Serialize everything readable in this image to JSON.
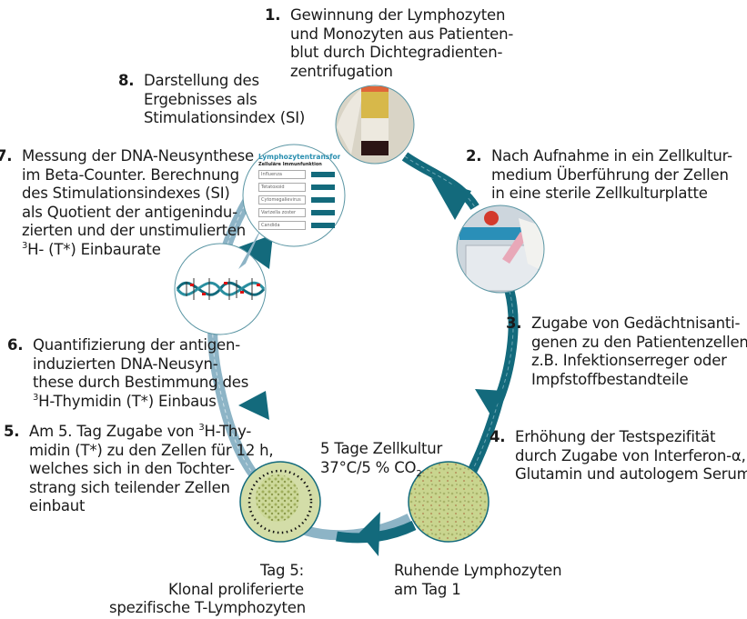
{
  "colors": {
    "cycle_dark": "#136a7c",
    "cycle_light": "#8db4c6",
    "text": "#1a1a1a"
  },
  "steps": [
    {
      "number": "1.",
      "lines": [
        "Gewinnung der Lymphozyten",
        "und Monozyten aus Patienten-",
        "blut durch Dichtegradienten-",
        "zentrifugation"
      ]
    },
    {
      "number": "2.",
      "lines": [
        "Nach Aufnahme in ein Zellkultur-",
        "medium Überführung der Zellen",
        "in eine sterile Zellkulturplatte"
      ]
    },
    {
      "number": "3.",
      "lines": [
        "Zugabe von Gedächtnisanti-",
        "genen zu den Patientenzellen,",
        "z.B. Infektionserreger oder",
        "Impfstoffbestandteile"
      ]
    },
    {
      "number": "4.",
      "lines": [
        "Erhöhung der Testspezifität",
        "durch Zugabe von Interferon-α,",
        "Glutamin und autologem Serum"
      ]
    },
    {
      "number": "5.",
      "line1_pre": "Am 5. Tag Zugabe von ",
      "line1_sup": "3",
      "line1_post": "H-Thy-",
      "lines": [
        "midin (T*) zu den Zellen für 12 h,",
        "welches sich in den Tochter-",
        "strang sich teilender Zellen",
        "einbaut"
      ]
    },
    {
      "number": "6.",
      "lines": [
        "Quantifizierung der antigen-",
        "induzierten DNA-Neusyn-",
        "these durch Bestimmung des"
      ],
      "last_sup": "3",
      "last_post": "H-Thymidin (T*) Einbaus"
    },
    {
      "number": "7.",
      "lines": [
        "Messung der DNA-Neusynthese",
        "im Beta-Counter. Berechnung",
        "des Stimulationsindexes (SI)",
        "als Quotient der antigenindu-",
        "zierten und der unstimulierten"
      ],
      "last_sup": "3",
      "last_post": "H- (T*) Einbaurate"
    },
    {
      "number": "8.",
      "lines": [
        "Darstellung des",
        "Ergebnisses als",
        "Stimulationsindex (SI)"
      ]
    }
  ],
  "culture_label": {
    "line1": "5 Tage Zellkultur",
    "line2_pre": "37°C/5 % CO",
    "line2_sub": "2"
  },
  "day5_label": {
    "lines": [
      "Tag 5:",
      "Klonal proliferierte",
      "spezifische T-Lymphozyten"
    ]
  },
  "day1_label": {
    "lines": [
      "Ruhende Lymphozyten",
      "am Tag 1"
    ]
  },
  "report_panel": {
    "title": "Lymphozytentransfor...",
    "subtitle": "Zelluläre Immunfunktion",
    "rows": [
      "Influenza",
      "Tetatoxoid",
      "Cytomegalievirus",
      "Varizella zoster",
      "Candida"
    ]
  },
  "images": {
    "blood_tube": "centrifuged-blood-tube-photo",
    "culture_plate": "pipette-cell-culture-plate-photo",
    "resting_cells": "resting-lymphocytes-micrograph",
    "proliferated_cells": "proliferated-t-cells-micrograph",
    "dna": "dna-double-helix-illustration",
    "report": "magnified-report-sheet"
  }
}
